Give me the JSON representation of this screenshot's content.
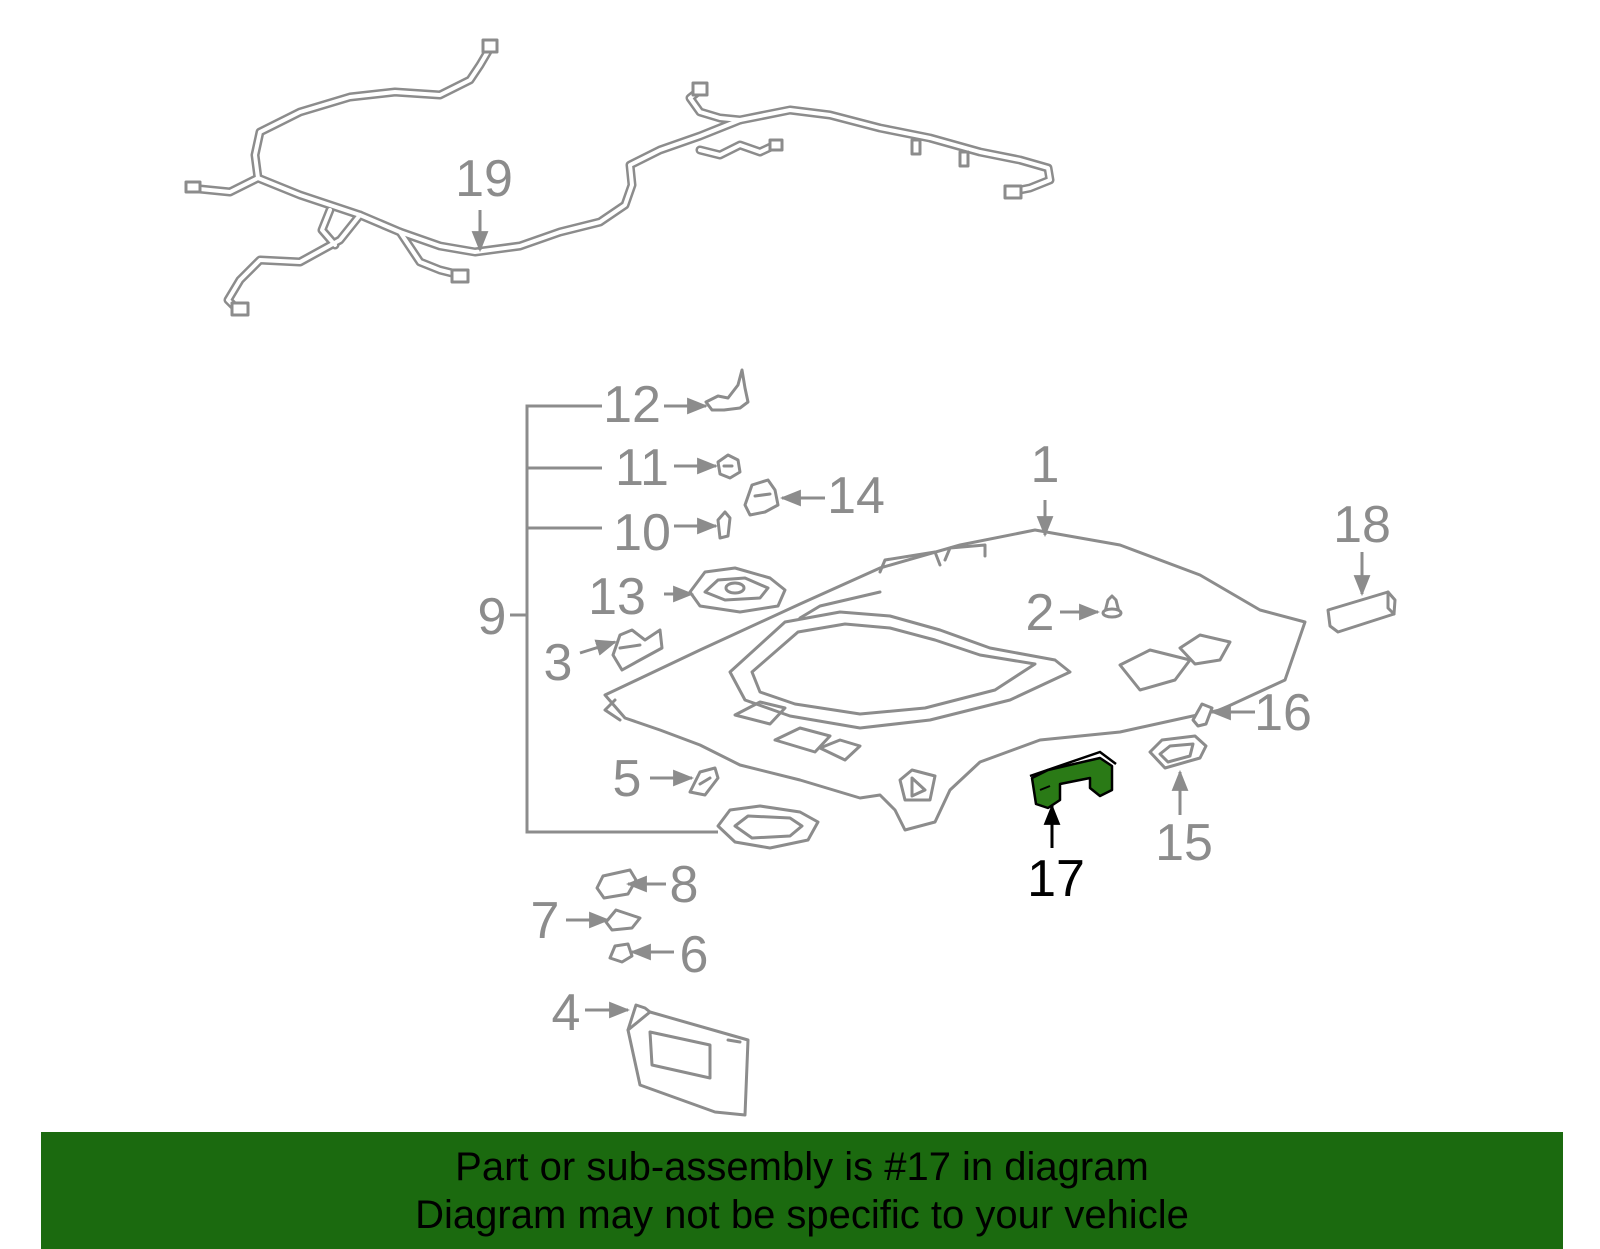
{
  "colors": {
    "line": "#8c8c8c",
    "highlight": "#2a7a16",
    "banner": "#1b6a0f",
    "text": "#000000"
  },
  "callouts": {
    "c1": "1",
    "c2": "2",
    "c3": "3",
    "c4": "4",
    "c5": "5",
    "c6": "6",
    "c7": "7",
    "c8": "8",
    "c9": "9",
    "c10": "10",
    "c11": "11",
    "c12": "12",
    "c13": "13",
    "c14": "14",
    "c15": "15",
    "c16": "16",
    "c17": "17",
    "c18": "18",
    "c19": "19"
  },
  "highlighted_part": "17",
  "banner": {
    "line1": "Part or sub-assembly is #17 in diagram",
    "line2": "Diagram may not be specific to your vehicle"
  }
}
